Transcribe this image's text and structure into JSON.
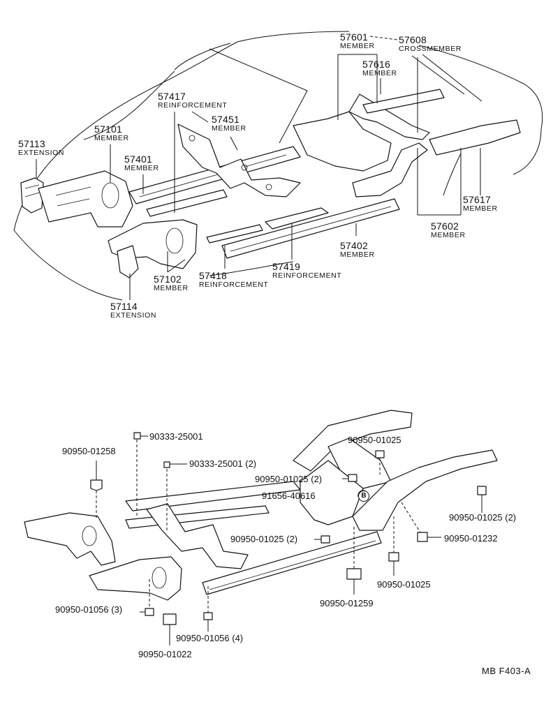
{
  "upper_labels": [
    {
      "id": "57113",
      "num": "57113",
      "desc": "EXTENSION"
    },
    {
      "id": "57101",
      "num": "57101",
      "desc": "MEMBER"
    },
    {
      "id": "57401",
      "num": "57401",
      "desc": "MEMBER"
    },
    {
      "id": "57417",
      "num": "57417",
      "desc": "REINFORCEMENT"
    },
    {
      "id": "57451",
      "num": "57451",
      "desc": "MEMBER"
    },
    {
      "id": "57601",
      "num": "57601",
      "desc": "MEMBER"
    },
    {
      "id": "57608",
      "num": "57608",
      "desc": "CROSSMEMBER"
    },
    {
      "id": "57616",
      "num": "57616",
      "desc": "MEMBER"
    },
    {
      "id": "57617",
      "num": "57617",
      "desc": "MEMBER"
    },
    {
      "id": "57602",
      "num": "57602",
      "desc": "MEMBER"
    },
    {
      "id": "57402",
      "num": "57402",
      "desc": "MEMBER"
    },
    {
      "id": "57419",
      "num": "57419",
      "desc": "REINFORCEMENT"
    },
    {
      "id": "57418",
      "num": "57418",
      "desc": "REINFORCEMENT"
    },
    {
      "id": "57102",
      "num": "57102",
      "desc": "MEMBER"
    },
    {
      "id": "57114",
      "num": "57114",
      "desc": "EXTENSION"
    }
  ],
  "lower_labels": [
    {
      "id": "a",
      "text": "90333-25001"
    },
    {
      "id": "b",
      "text": "90950-01258"
    },
    {
      "id": "c",
      "text": "90333-25001 (2)"
    },
    {
      "id": "d",
      "text": "90950-01025"
    },
    {
      "id": "e",
      "text": "90950-01025 (2)"
    },
    {
      "id": "f",
      "text": "91656-40616"
    },
    {
      "id": "g",
      "text": "90950-01025 (2)"
    },
    {
      "id": "h",
      "text": "90950-01025 (2)"
    },
    {
      "id": "i",
      "text": "90950-01232"
    },
    {
      "id": "j",
      "text": "90950-01025"
    },
    {
      "id": "k",
      "text": "90950-01259"
    },
    {
      "id": "l",
      "text": "90950-01056 (3)"
    },
    {
      "id": "m",
      "text": "90950-01056 (4)"
    },
    {
      "id": "n",
      "text": "90950-01022"
    }
  ],
  "callout_letter": "B",
  "footer": "MB  F403-A"
}
